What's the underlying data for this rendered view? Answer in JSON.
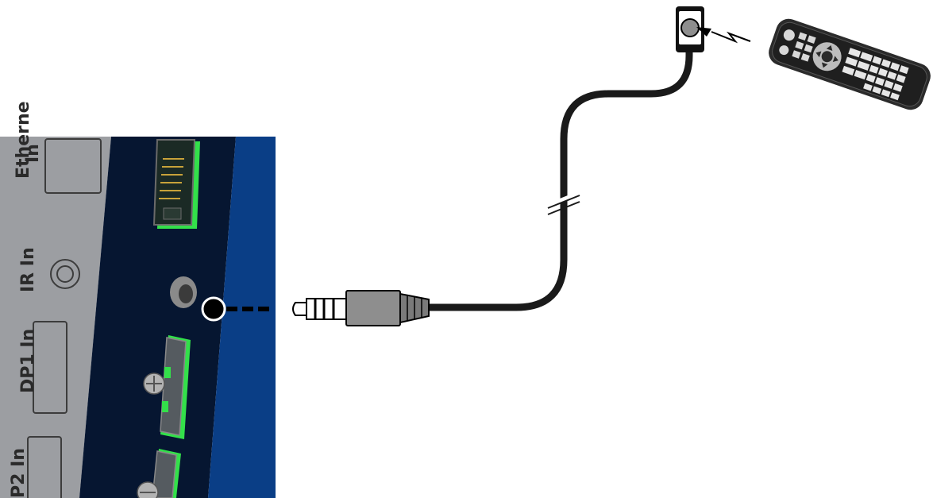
{
  "labels": {
    "ethernet": "Etherne",
    "ethernet_line2": "In",
    "ir_in": "IR In",
    "dp1_in": "DP1 In",
    "dp2_in": "P2 In"
  },
  "colors": {
    "panel_gray": "#9c9ea2",
    "panel_dark": "#061631",
    "panel_blue": "#0a3e86",
    "port_green": "#33e04a",
    "cable": "#1a1a1a",
    "plug_gray": "#8e8e8e"
  },
  "icons": {
    "remote": "remote-control-icon",
    "ir_receiver": "ir-receiver-icon",
    "ir_signal": "lightning-signal-icon"
  }
}
